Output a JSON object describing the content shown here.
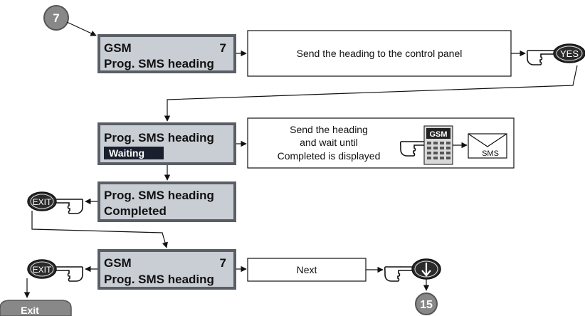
{
  "steps": {
    "start": "7",
    "end": "15"
  },
  "lcd1": {
    "line1": "GSM",
    "num": "7",
    "line2": "Prog. SMS heading"
  },
  "lcd2": {
    "line1": "Prog. SMS heading",
    "status": "Waiting"
  },
  "lcd3": {
    "line1": "Prog. SMS heading",
    "line2": "Completed"
  },
  "lcd4": {
    "line1": "GSM",
    "num": "7",
    "line2": "Prog. SMS heading"
  },
  "box_send": {
    "text": "Send the heading to the control panel"
  },
  "box_wait": {
    "line1": "Send the heading",
    "line2": "and wait until",
    "line3": "Completed is displayed"
  },
  "box_next": {
    "text": "Next"
  },
  "keys": {
    "yes": "YES",
    "exit1": "EXIT",
    "exit2": "EXIT",
    "exit_final": "Exit"
  },
  "device": {
    "label": "GSM"
  },
  "envelope": {
    "label": "SMS"
  },
  "icons": {
    "pointing_hand": "pointing-hand-icon",
    "down_arrow_key": "down-arrow-key-icon",
    "gsm_keypad": "gsm-keypad-icon",
    "sms_envelope": "envelope-icon"
  },
  "colors": {
    "lcd_fill": "#c9ced4",
    "lcd_border": "#5a5f66",
    "circle_fill": "#8a8a8a",
    "status_bg": "#1a1f2e",
    "key_fill": "#2b2b2b"
  }
}
